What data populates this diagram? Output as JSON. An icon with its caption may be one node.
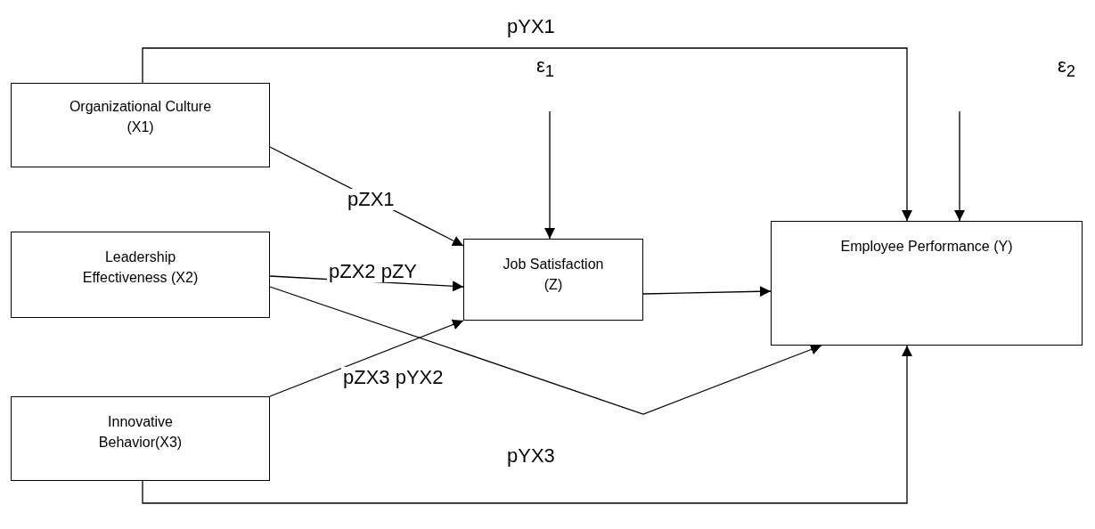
{
  "diagram": {
    "nodes": [
      {
        "text": [
          "Organizational Culture (X1)"
        ]
      },
      {
        "text": [
          "Leadership Effectiveness (X2)"
        ]
      },
      {
        "text": [
          "Innovative Behavior(X3)"
        ]
      },
      {
        "text": [
          "Job Satisfaction (Z)"
        ]
      },
      {
        "text": [
          "Employee Performance (Y)"
        ]
      }
    ],
    "edges": [
      {
        "from": 0,
        "to": 4,
        "arrow": "to"
      },
      {
        "from": 0,
        "to": 3,
        "arrow": "to"
      },
      {
        "from": 1,
        "to": 3,
        "arrow": "to"
      },
      {
        "from": 1,
        "to": 4,
        "arrow": "to"
      },
      {
        "from": 2,
        "to": 3,
        "arrow": "to"
      },
      {
        "from": 3,
        "to": 4,
        "arrow": "to"
      },
      {
        "from": 2,
        "to": 4,
        "arrow": "to"
      },
      {
        "from": null,
        "to": 3,
        "arrow": "to"
      },
      {
        "from": null,
        "to": 4,
        "arrow": "to"
      }
    ],
    "labels": [
      "pYX1",
      "ε$_{1}$",
      "ε$_{2}$",
      "pZX1",
      "pZX2 pZY",
      "pZX3 pYX2",
      "pYX3"
    ]
  }
}
